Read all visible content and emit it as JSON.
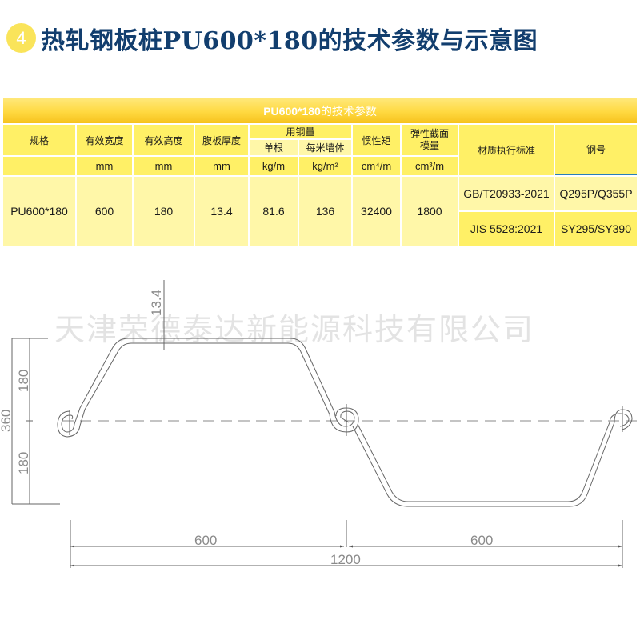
{
  "header": {
    "badge_number": "4",
    "title": "热轧钢板桩PU600*180的技术参数与示意图"
  },
  "table": {
    "banner_prefix": "PU600*180",
    "banner_suffix": "的技术参数",
    "columns": {
      "spec": "规格",
      "effective_width": "有效宽度",
      "effective_height": "有效高度",
      "web_thickness": "腹板厚度",
      "steel_usage": "用钢量",
      "per_pile": "单根",
      "per_meter_wall": "每米墙体",
      "moment_of_inertia": "惯性矩",
      "section_modulus_line1": "弹性截面",
      "section_modulus_line2": "模量",
      "material_standard": "材质执行标准",
      "steel_grade": "钢号"
    },
    "units": {
      "effective_width": "mm",
      "effective_height": "mm",
      "web_thickness": "mm",
      "per_pile": "kg/m",
      "per_meter_wall": "kg/m²",
      "moment_of_inertia": "cm⁴/m",
      "section_modulus": "cm³/m"
    },
    "row": {
      "spec": "PU600*180",
      "effective_width": "600",
      "effective_height": "180",
      "web_thickness": "13.4",
      "per_pile": "81.6",
      "per_meter_wall": "136",
      "moment_of_inertia": "32400",
      "section_modulus": "1800",
      "standards": [
        {
          "standard": "GB/T20933-2021",
          "grade": "Q295P/Q355P"
        },
        {
          "standard": "JIS 5528:2021",
          "grade": "SY295/SY390"
        }
      ]
    }
  },
  "drawing": {
    "watermark": "天津荣德泰达新能源科技有限公司",
    "dims": {
      "thickness": "13.4",
      "total_height": "360",
      "upper_height": "180",
      "lower_height": "180",
      "left_width": "600",
      "right_width": "600",
      "total_width": "1200"
    },
    "colors": {
      "line": "#666666",
      "dim_text": "#8a8a8a"
    }
  }
}
